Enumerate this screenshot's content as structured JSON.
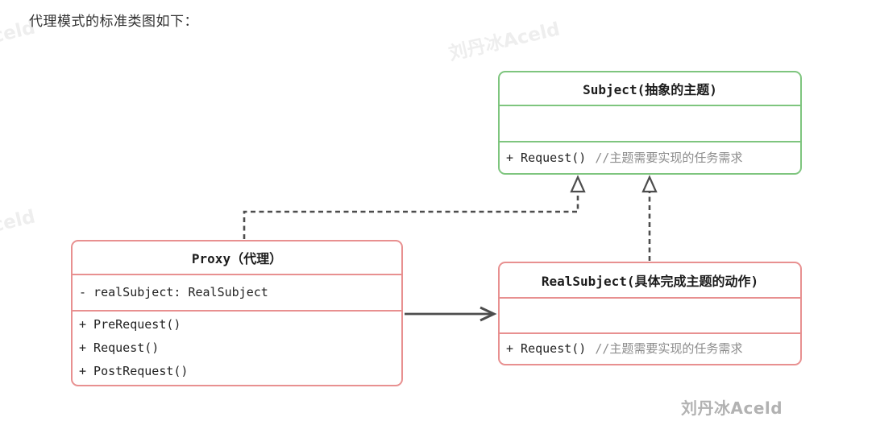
{
  "page": {
    "title": "代理模式的标准类图如下："
  },
  "classes": {
    "subject": {
      "title": "Subject(抽象的主题)",
      "attributes": [],
      "methods": [
        {
          "code": "+ Request()",
          "comment": "//主题需要实现的任务需求"
        }
      ]
    },
    "proxy": {
      "title": "Proxy（代理）",
      "attributes": [
        {
          "code": "- realSubject: RealSubject"
        }
      ],
      "methods": [
        {
          "code": "+ PreRequest()"
        },
        {
          "code": "+ Request()"
        },
        {
          "code": "+ PostRequest()"
        }
      ]
    },
    "realsubject": {
      "title": "RealSubject(具体完成主题的动作)",
      "attributes": [],
      "methods": [
        {
          "code": "+ Request()",
          "comment": "//主题需要实现的任务需求"
        }
      ]
    }
  },
  "relations": [
    {
      "type": "realization",
      "from": "Proxy",
      "to": "Subject",
      "style": "dashed-hollow-arrow"
    },
    {
      "type": "realization",
      "from": "RealSubject",
      "to": "Subject",
      "style": "dashed-hollow-arrow"
    },
    {
      "type": "association",
      "from": "Proxy",
      "to": "RealSubject",
      "style": "solid-open-arrow"
    }
  ],
  "watermarks": {
    "bottom_right": "刘丹冰Aceld",
    "faint": "刘丹冰Aceld"
  },
  "colors": {
    "subject_border": "#7ec57e",
    "proxy_border": "#e89090",
    "realsubject_border": "#e89090",
    "arrow": "#4d4d4d",
    "comment_text": "#8c8c8c",
    "title_text": "#1c1c1c",
    "watermark_strong": "#b2b2b2",
    "watermark_faint": "#eeeeee"
  }
}
